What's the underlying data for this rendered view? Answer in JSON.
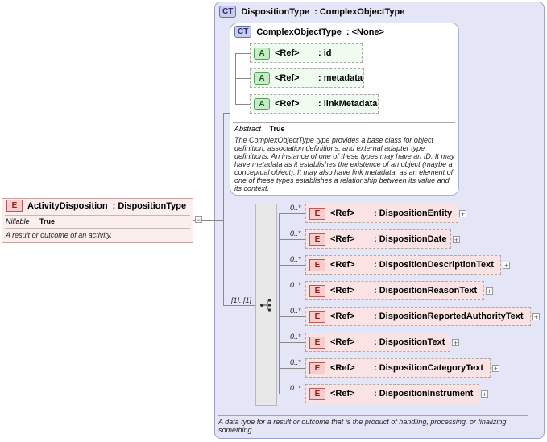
{
  "outer_type": {
    "badge": "CT",
    "name": "DispositionType",
    "base": ": ComplexObjectType",
    "footer": "A data type for a result or outcome that is the product of handling, processing, or finalizing something."
  },
  "inner_type": {
    "badge": "CT",
    "name": "ComplexObjectType",
    "base": ": <None>",
    "abstract_label": "Abstract",
    "abstract_value": "True",
    "description": "The ComplexObjectType type provides a base class for object definition, association definitions, and external adapter type definitions. An instance of one of these types may have an ID. It may have metadata as it establishes the existence of an object (maybe a conceptual object). It may also have link metadata, as an element of one of these types establishes a relationship between its value and its context.",
    "attributes": [
      {
        "badge": "A",
        "ref": "<Ref>",
        "name": ": id"
      },
      {
        "badge": "A",
        "ref": "<Ref>",
        "name": ": metadata"
      },
      {
        "badge": "A",
        "ref": "<Ref>",
        "name": ": linkMetadata"
      }
    ]
  },
  "root_element": {
    "badge": "E",
    "name": "ActivityDisposition",
    "type": ": DispositionType",
    "nillable_label": "Nillable",
    "nillable_value": "True",
    "description": "A result or outcome of an activity."
  },
  "sequence": {
    "multiplicity": "[1]..[1]",
    "elements": [
      {
        "occurs": "0..*",
        "badge": "E",
        "ref": "<Ref>",
        "name": ": DispositionEntity"
      },
      {
        "occurs": "0..*",
        "badge": "E",
        "ref": "<Ref>",
        "name": ": DispositionDate"
      },
      {
        "occurs": "0..*",
        "badge": "E",
        "ref": "<Ref>",
        "name": ": DispositionDescriptionText"
      },
      {
        "occurs": "0..*",
        "badge": "E",
        "ref": "<Ref>",
        "name": ": DispositionReasonText"
      },
      {
        "occurs": "0..*",
        "badge": "E",
        "ref": "<Ref>",
        "name": ": DispositionReportedAuthorityText"
      },
      {
        "occurs": "0..*",
        "badge": "E",
        "ref": "<Ref>",
        "name": ": DispositionText"
      },
      {
        "occurs": "0..*",
        "badge": "E",
        "ref": "<Ref>",
        "name": ": DispositionCategoryText"
      },
      {
        "occurs": "0..*",
        "badge": "E",
        "ref": "<Ref>",
        "name": ": DispositionInstrument"
      }
    ]
  },
  "expand_symbol": "+",
  "collapse_symbol": "−"
}
